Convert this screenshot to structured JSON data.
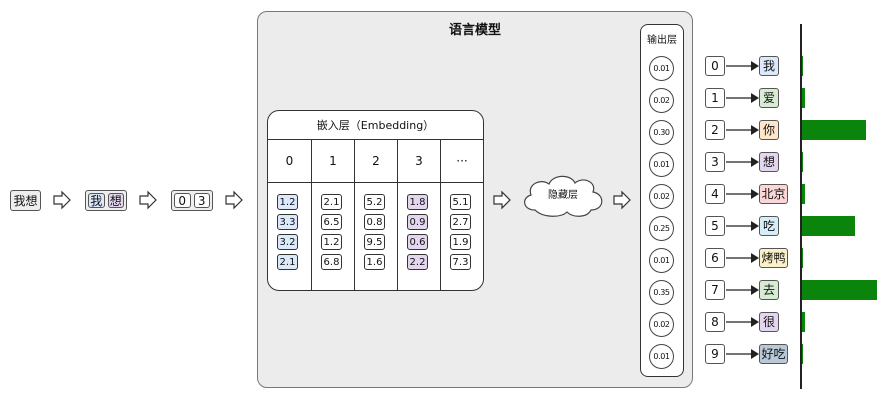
{
  "input_text": "我想",
  "tokens": [
    "我",
    "想"
  ],
  "token_ids": [
    "0",
    "3"
  ],
  "model": {
    "title": "语言模型",
    "embedding": {
      "title": "嵌入层（Embedding）",
      "columns": [
        {
          "label": "0",
          "values": [
            "1.2",
            "3.3",
            "3.2",
            "2.1"
          ],
          "color": "#dce8fb"
        },
        {
          "label": "1",
          "values": [
            "2.1",
            "6.5",
            "1.2",
            "6.8"
          ],
          "color": "#ffffff"
        },
        {
          "label": "2",
          "values": [
            "5.2",
            "0.8",
            "9.5",
            "1.6"
          ],
          "color": "#ffffff"
        },
        {
          "label": "3",
          "values": [
            "1.8",
            "0.9",
            "0.6",
            "2.2"
          ],
          "color": "#e3d6ee"
        },
        {
          "label": "···",
          "values": [
            "5.1",
            "2.7",
            "1.9",
            "7.3"
          ],
          "color": "#ffffff"
        }
      ]
    },
    "hidden_label": "隐藏层",
    "output": {
      "title": "输出层",
      "probs": [
        "0.01",
        "0.02",
        "0.30",
        "0.01",
        "0.02",
        "0.25",
        "0.01",
        "0.35",
        "0.02",
        "0.01"
      ]
    }
  },
  "vocab": [
    {
      "id": "0",
      "token": "我",
      "color": "#dce8fb",
      "prob": 0.01
    },
    {
      "id": "1",
      "token": "爱",
      "color": "#d7ecd3",
      "prob": 0.02
    },
    {
      "id": "2",
      "token": "你",
      "color": "#ffe6c9",
      "prob": 0.3
    },
    {
      "id": "3",
      "token": "想",
      "color": "#e3d6ee",
      "prob": 0.01
    },
    {
      "id": "4",
      "token": "北京",
      "color": "#fbd6d6",
      "prob": 0.02
    },
    {
      "id": "5",
      "token": "吃",
      "color": "#d6eef7",
      "prob": 0.25
    },
    {
      "id": "6",
      "token": "烤鸭",
      "color": "#fbf1c9",
      "prob": 0.01
    },
    {
      "id": "7",
      "token": "去",
      "color": "#d7ecd3",
      "prob": 0.35
    },
    {
      "id": "8",
      "token": "很",
      "color": "#e3d6ee",
      "prob": 0.02
    },
    {
      "id": "9",
      "token": "好吃",
      "color": "#b9c9d8",
      "prob": 0.01
    }
  ],
  "colors": {
    "bar": "#0a840a",
    "model_bg": "#ececec",
    "token_wo": "#dce8fb",
    "token_xiang": "#e3d6ee"
  },
  "icons": {
    "flow_arrow": "hollow-right-arrow-icon",
    "map_arrow": "solid-right-arrow-icon"
  }
}
